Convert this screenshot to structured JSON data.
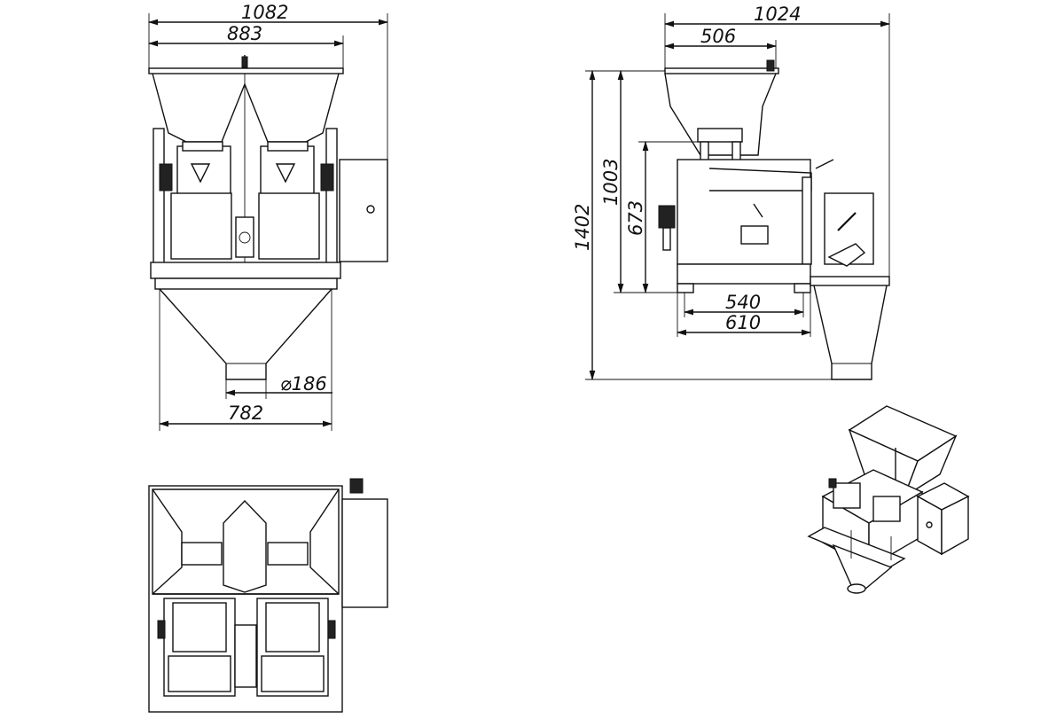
{
  "dimensions": {
    "front_total_width": "1082",
    "front_hopper_width": "883",
    "front_base_width": "782",
    "front_outlet_diameter": "⌀186",
    "side_total_width": "1024",
    "side_hopper_width": "506",
    "side_total_height": "1402",
    "side_frame_height": "1003",
    "side_body_height": "673",
    "side_base_inner": "540",
    "side_base_outer": "610"
  },
  "views": [
    "front-view",
    "side-view",
    "top-view",
    "isometric-view"
  ]
}
